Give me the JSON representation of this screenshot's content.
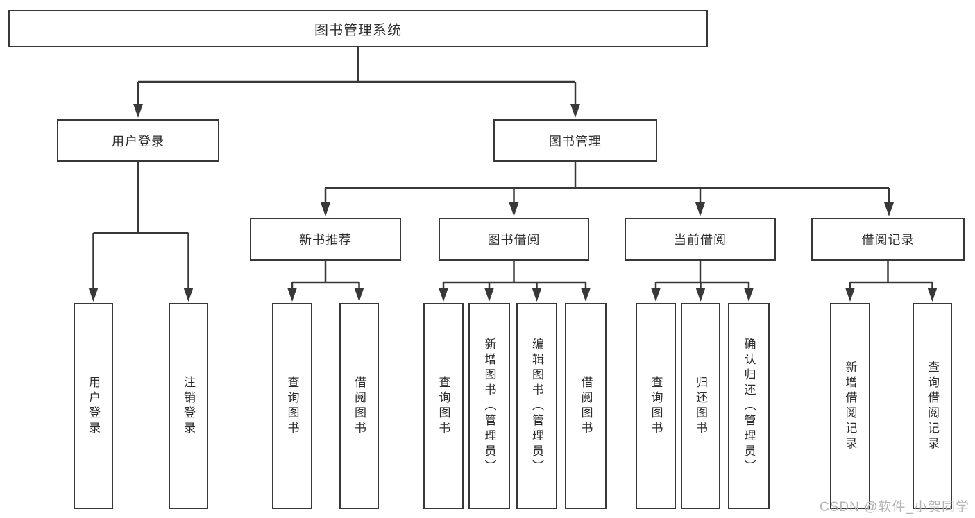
{
  "tree": {
    "root": {
      "label": "图书管理系统"
    },
    "branches": [
      {
        "label": "用户登录",
        "children": [
          {
            "label": "用户登录"
          },
          {
            "label": "注销登录"
          }
        ]
      },
      {
        "label": "图书管理",
        "children": [
          {
            "label": "新书推荐",
            "children": [
              {
                "label": "查询图书"
              },
              {
                "label": "借阅图书"
              }
            ]
          },
          {
            "label": "图书借阅",
            "children": [
              {
                "label": "查询图书"
              },
              {
                "label": "新增图书（管理员）"
              },
              {
                "label": "编辑图书（管理员）"
              },
              {
                "label": "借阅图书"
              }
            ]
          },
          {
            "label": "当前借阅",
            "children": [
              {
                "label": "查询图书"
              },
              {
                "label": "归还图书"
              },
              {
                "label": "确认归还（管理员）"
              }
            ]
          },
          {
            "label": "借阅记录",
            "children": [
              {
                "label": "新增借阅记录"
              },
              {
                "label": "查询借阅记录"
              }
            ]
          }
        ]
      }
    ]
  },
  "watermark": "CSDN @软件_小贺同学",
  "colors": {
    "line": "#383838",
    "text": "#2d2d2d",
    "watermark": "#b5b5b5",
    "background": "#ffffff"
  }
}
